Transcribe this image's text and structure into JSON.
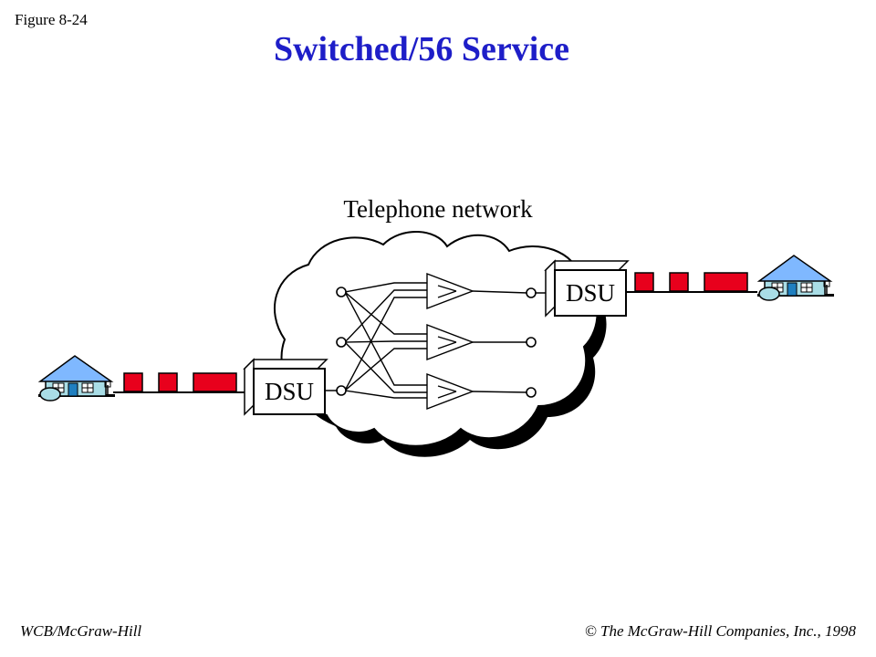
{
  "figure_label": "Figure 8-24",
  "title": "Switched/56 Service",
  "network_label": "Telephone network",
  "dsu_left_label": "DSU",
  "dsu_right_label": "DSU",
  "footer_left": "WCB/McGraw-Hill",
  "footer_right": "© The McGraw-Hill Companies, Inc., 1998",
  "colors": {
    "title": "#1e1ec8",
    "frame": "#e8001c",
    "house_body": "#a9dde6",
    "house_roof": "#7fb8ff",
    "house_door": "#1f7fc0"
  }
}
